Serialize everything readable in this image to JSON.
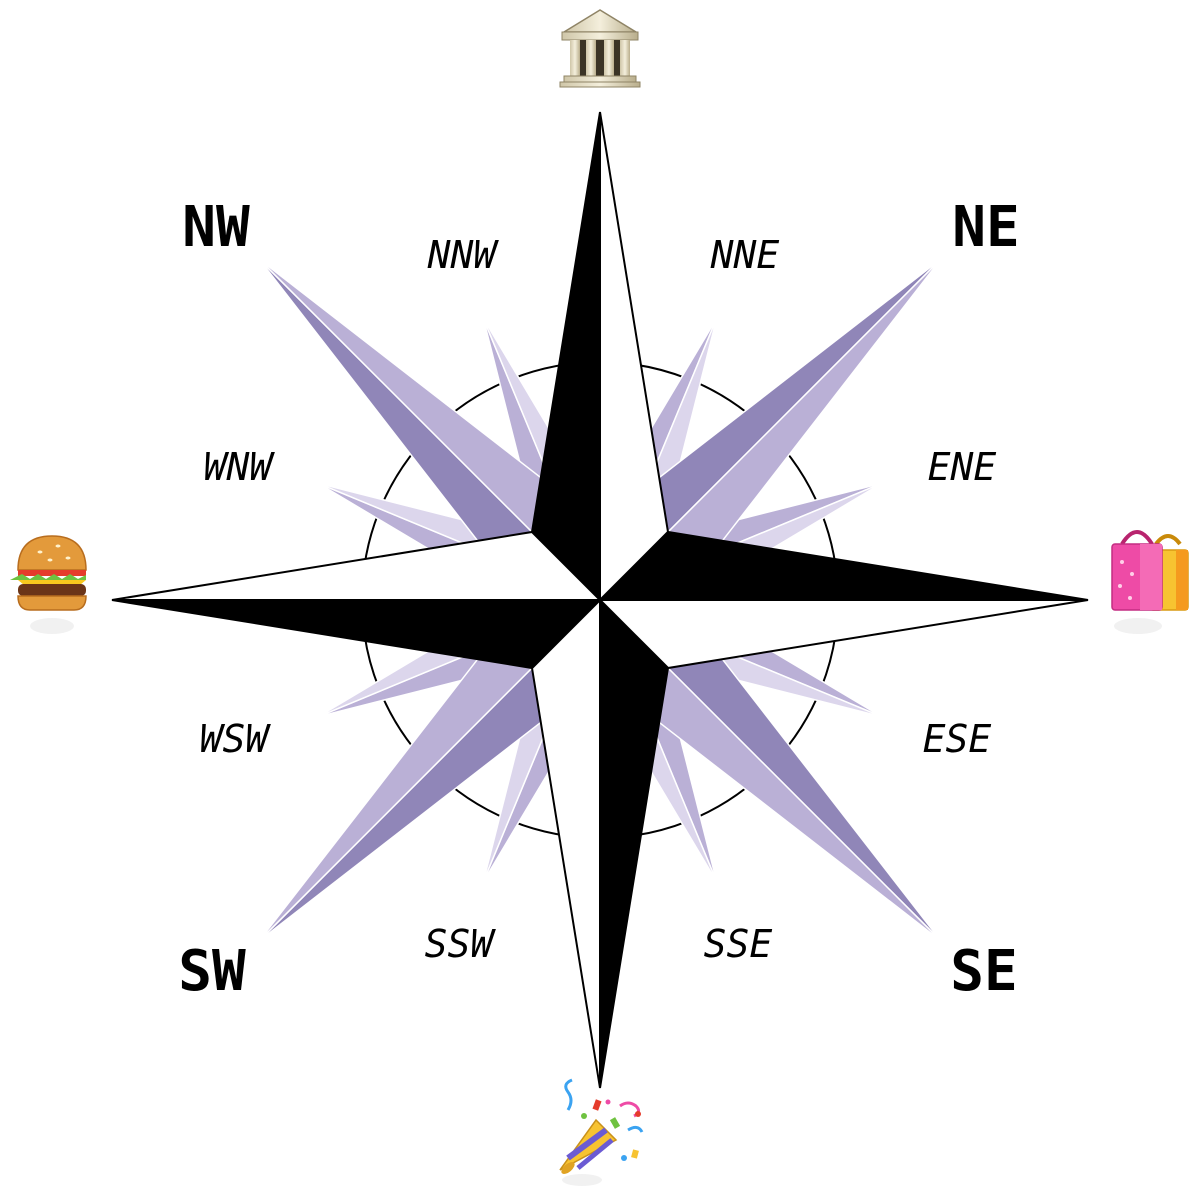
{
  "colors": {
    "cardinal_dark": "#000000",
    "cardinal_light": "#ffffff",
    "intercardinal_dark": "#9086b8",
    "intercardinal_light": "#bab0d6",
    "secondary_dark": "#bab0d6",
    "secondary_light": "#dcd6ec",
    "outline": "#000000",
    "ring": "#000000"
  },
  "labels": {
    "ne": "NE",
    "nw": "NW",
    "se": "SE",
    "sw": "SW",
    "nne": "NNE",
    "nnw": "NNW",
    "ene": "ENE",
    "ese": "ESE",
    "sse": "SSE",
    "ssw": "SSW",
    "wnw": "WNW",
    "wsw": "WSW"
  },
  "icons": {
    "north": "classical-building-icon",
    "east": "shopping-bags-icon",
    "south": "party-popper-icon",
    "west": "hamburger-icon"
  }
}
